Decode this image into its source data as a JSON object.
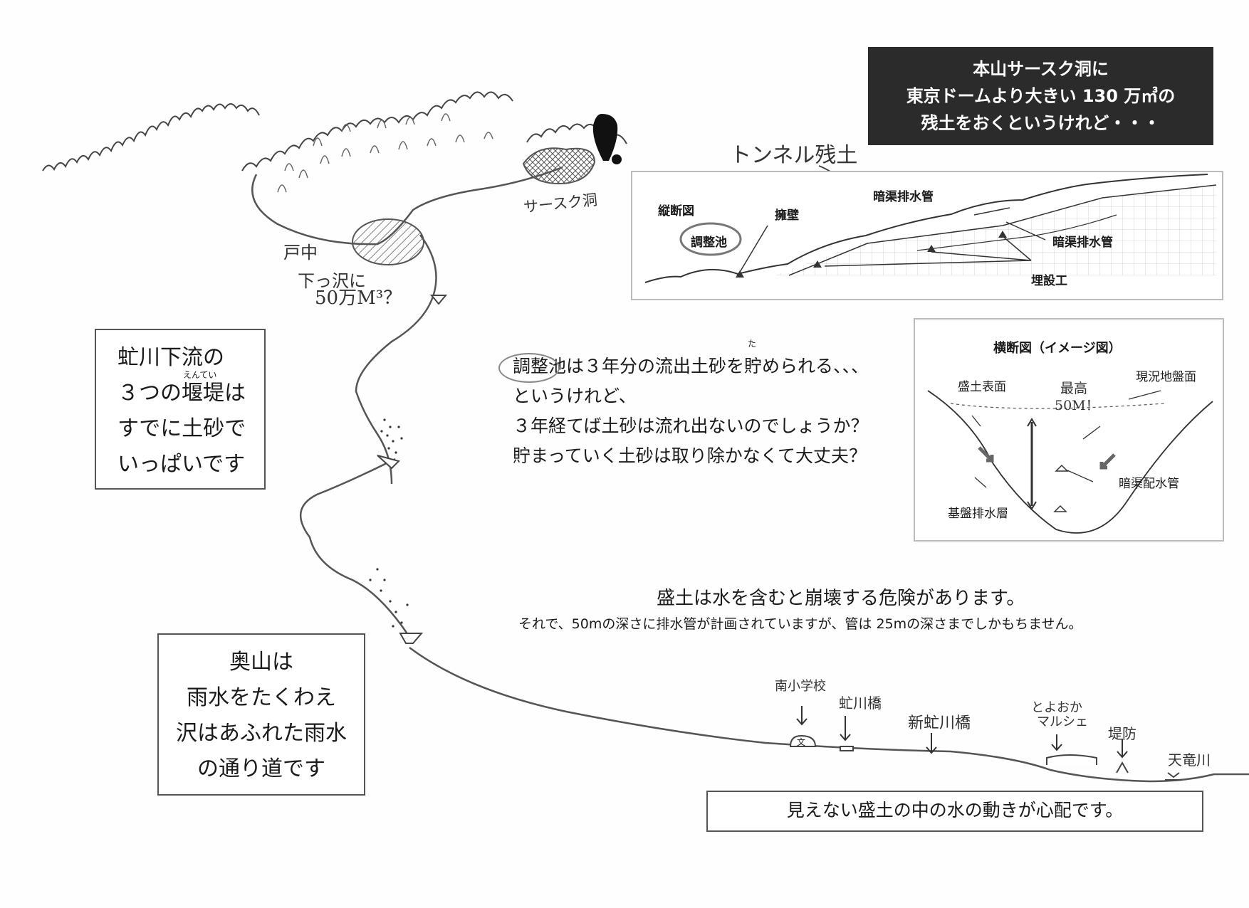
{
  "corner_mark": "",
  "banner": {
    "line1": "本山サースク洞に",
    "line2": "東京ドームより大きい 130 万㎥の",
    "line3": "残土をおくというけれど・・・"
  },
  "left_box": {
    "lines": [
      "虻川下流の",
      "３つの堰堤は",
      "すでに土砂で",
      "いっぱいです"
    ],
    "ruby": "えんてい"
  },
  "lower_box": {
    "lines": [
      "奥山は",
      "雨水をたくわえ",
      "沢はあふれた雨水",
      "の通り道です"
    ]
  },
  "bottom_box": {
    "text": "見えない盛土の中の水の動きが心配です。"
  },
  "map_labels": {
    "saasuku": "サースク洞",
    "tonaka": "戸中",
    "shimo1": "下っ沢に",
    "shimo2": "50万M³？",
    "exclaim": "!"
  },
  "long_section": {
    "title": "縦断図",
    "tunnel": "トンネル残土",
    "choseichi": "調整池",
    "yoheki": "擁壁",
    "pipe1": "暗渠排水管",
    "pipe2": "暗渠排水管",
    "maisetsu": "埋設工"
  },
  "cross_section": {
    "title": "横断図（イメージ図）",
    "morido": "盛土表面",
    "genkyo": "現況地盤面",
    "max1": "最高",
    "max2": "50M！",
    "pipe": "暗渠配水管",
    "kiban": "基盤排水層"
  },
  "middle_text": {
    "line1": "調整池は３年分の流出土砂を貯められる、、、",
    "ruby": "た",
    "line2": "というけれど、",
    "line3": "３年経てば土砂は流れ出ないのでしょうか？",
    "line4": "貯まっていく土砂は取り除かなくて大丈夫？"
  },
  "warning": {
    "head": "盛土は水を含むと崩壊する危険があります。",
    "sub": "それで、50mの深さに排水管が計画されていますが、管は 25mの深さまでしかもちません。"
  },
  "river_labels": {
    "school": "南小学校",
    "school_mark": "文",
    "bridge1": "虻川橋",
    "bridge2": "新虻川橋",
    "marche1": "とよおか",
    "marche2": "マルシェ",
    "levee": "堤防",
    "tenryu": "天竜川"
  }
}
